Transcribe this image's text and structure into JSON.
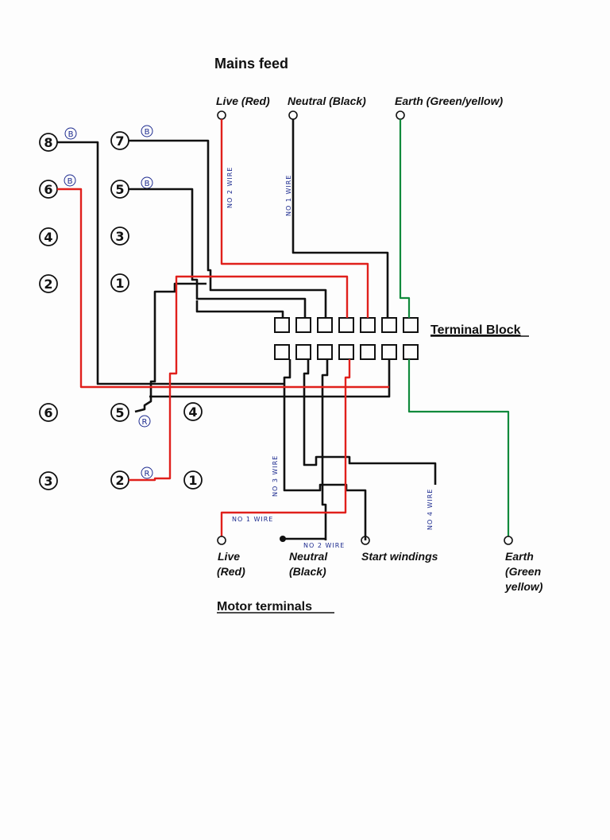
{
  "mains": {
    "title": "Mains feed",
    "live": "Live (Red)",
    "neutral": "Neutral (Black)",
    "earth": "Earth (Green/yellow)"
  },
  "terminal_block": {
    "label": "Terminal Block"
  },
  "motor": {
    "title": "Motor terminals",
    "live_1": "Live",
    "live_2": "(Red)",
    "neutral_1": "Neutral",
    "neutral_2": "(Black)",
    "start": "Start windings",
    "earth_1": "Earth",
    "earth_2": "(Green",
    "earth_3": "yellow)"
  },
  "wire_notes": {
    "no2": "NO 2 WIRE",
    "no1": "NO 1 WIRE",
    "no3": "NO 3 WIRE",
    "no4": "NO 4 WIRE",
    "no1b": "NO 1 WIRE",
    "no2b": "NO 2 WIRE"
  },
  "switch_top": {
    "c8": "8",
    "c7": "7",
    "c6": "6",
    "c5": "5",
    "c4": "4",
    "c3": "3",
    "c2": "2",
    "c1": "1"
  },
  "switch_bottom": {
    "c6": "6",
    "c5": "5",
    "c4": "4",
    "c3": "3",
    "c2": "2",
    "c1": "1"
  },
  "badges": {
    "b": "B",
    "r": "R"
  },
  "colors": {
    "live": "#e0201c",
    "neutral": "#111111",
    "earth": "#118a3c",
    "annotation": "#1d2b8f"
  }
}
